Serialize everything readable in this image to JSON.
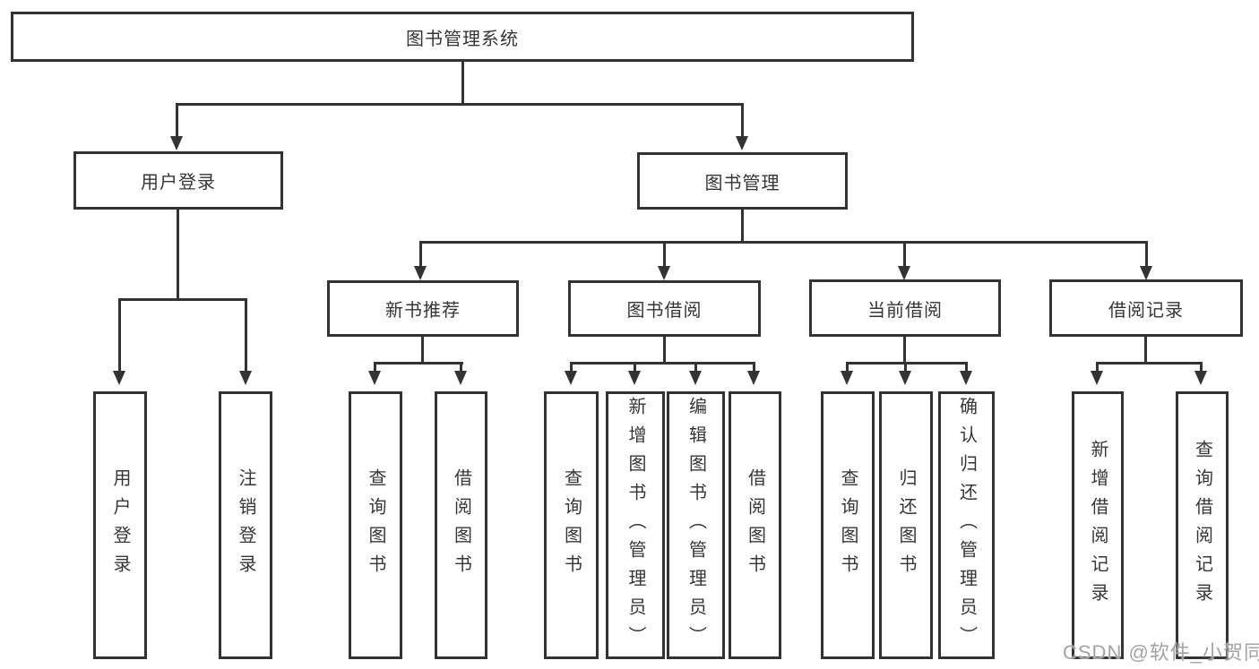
{
  "tree": {
    "label": "图书管理系统",
    "children": [
      {
        "label": "用户登录",
        "children": [
          {
            "label": "用户登录"
          },
          {
            "label": "注销登录"
          }
        ]
      },
      {
        "label": "图书管理",
        "children": [
          {
            "label": "新书推荐",
            "children": [
              {
                "label": "查询图书"
              },
              {
                "label": "借阅图书"
              }
            ]
          },
          {
            "label": "图书借阅",
            "children": [
              {
                "label": "查询图书"
              },
              {
                "label": "新增图书（管理员）"
              },
              {
                "label": "编辑图书（管理员）"
              },
              {
                "label": "借阅图书"
              }
            ]
          },
          {
            "label": "当前借阅",
            "children": [
              {
                "label": "查询图书"
              },
              {
                "label": "归还图书"
              },
              {
                "label": "确认归还（管理员）"
              }
            ]
          },
          {
            "label": "借阅记录",
            "children": [
              {
                "label": "新增借阅记录"
              },
              {
                "label": "查询借阅记录"
              }
            ]
          }
        ]
      }
    ]
  },
  "watermark": {
    "text": "CSDN @软件_小贺同学"
  },
  "colors": {
    "line": "#333333",
    "text": "#363636",
    "watermark": "#a3a3a3",
    "background": "#ffffff"
  }
}
